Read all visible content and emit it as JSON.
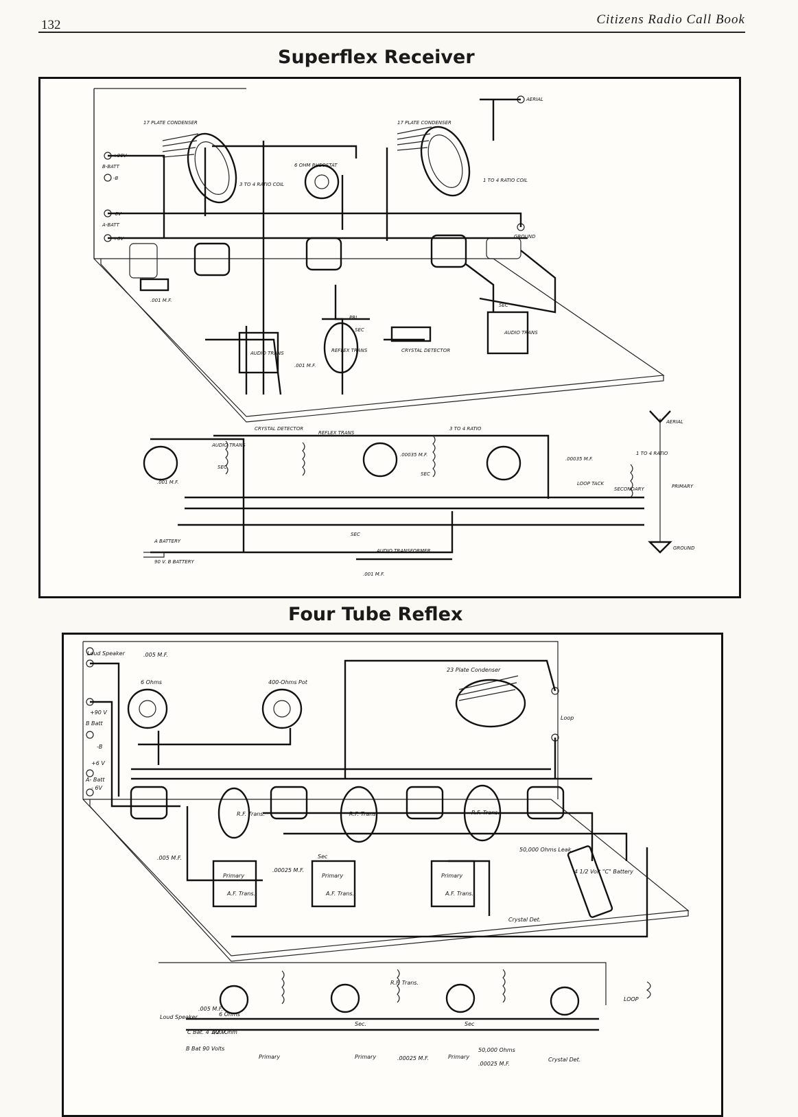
{
  "header": {
    "page_number": "132",
    "book_title": "Citizens Radio Call Book"
  },
  "superflex": {
    "title": "Superflex Receiver",
    "picture_labels": {
      "cond_left": "17 PLATE CONDENSER",
      "cond_right": "17 PLATE CONDENSER",
      "rheostat": "6 OHM RHEOSTAT",
      "coil_left": "3 TO 4 RATIO COIL",
      "coil_right": "1 TO 4 RATIO COIL",
      "aerial": "AERIAL",
      "ground": "GROUND",
      "b90": "+90V",
      "bbatt": "B-BATT",
      "bneg": "-B",
      "a6": "-6V",
      "abatt": "A-BATT",
      "a6pos": "+6V",
      "mfd1": ".001 M.F.",
      "audio_trans": "AUDIO TRANS",
      "mfd2": ".001 M.F.",
      "reflex_trans": "REFLEX TRANS",
      "pri": "PRI",
      "sec": "SEC",
      "crystal": "CRYSTAL DETECTOR",
      "sec2": "SEC",
      "audio_trans2": "AUDIO TRANS"
    },
    "schematic_labels": {
      "crystal": "CRYSTAL DETECTOR",
      "reflex": "REFLEX TRANS",
      "audio": "AUDIO TRANS",
      "sec": "SEC",
      "ratio": "3 TO 4 RATIO",
      "mf1": ".00035 M.F.",
      "sec2": "SEC",
      "mf2": ".00035 M.F.",
      "loop": "LOOP TACK",
      "ratio2": "1 TO 4 RATIO",
      "secondary": "SECONDARY",
      "primary": "PRIMARY",
      "aerial": "AERIAL",
      "ground": "GROUND",
      "mf3": ".001 M.F.",
      "abat": "A BATTERY",
      "bbat": "90 V. B BATTERY",
      "sec3": "SEC",
      "audiot": "AUDIO TRANSFORMER",
      "mf4": ".001 M.F."
    }
  },
  "reflex": {
    "title": "Four Tube Reflex",
    "picture_labels": {
      "loud": "Loud Speaker",
      "mf005": ".005 M.F.",
      "ohms6": "6 Ohms",
      "pot": "400-Ohms Pot",
      "cond": "23 Plate Condenser",
      "loop": "Loop",
      "b90": "+90 V",
      "bbatt": "B Batt",
      "bneg": "-B",
      "a6": "+6 V",
      "abatt": "A- Batt",
      "a6n": "- 6V",
      "rf1": "R.F. Trans.",
      "rf2": "R.F. Trans.",
      "rf3": "R.F. Trans.",
      "leak": "50,000 Ohms Leak",
      "cbat": "4 1/2 Volt \"C\" Battery",
      "mf005b": ".005 M.F.",
      "mf0002": ".00025 M.F.",
      "primary1": "Primary",
      "primary2": "Primary",
      "primary3": "Primary",
      "af1": "A.F. Trans.",
      "af2": "A.F. Trans.",
      "af3": "A.F. Trans.",
      "crystal": "Crystal Det.",
      "sec": "Sec"
    },
    "schematic_labels": {
      "loud": "Loud Speaker",
      "mf": ".005 M.F.",
      "ohms": "6 Ohms",
      "cbat": "C Bat. 4 1/2 V.",
      "pot": "400 Ohm",
      "bbat": "B Bat 90 Volts",
      "primary1": "Primary",
      "primary2": "Primary",
      "primary3": "Primary",
      "sec1": "Sec.",
      "sec2": "Sec",
      "mf2": ".00025 M.F.",
      "leak": "50,000 Ohms",
      "mf3": ".00025 M.F.",
      "crystal": "Crystal Det.",
      "loop": "LOOP",
      "rf": "R.F. Trans."
    }
  }
}
